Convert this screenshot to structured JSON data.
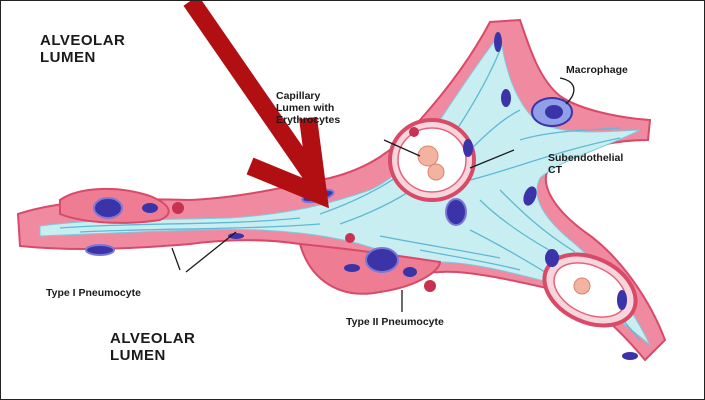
{
  "labels": {
    "alveolar_lumen_top": "ALVEOLAR\nLUMEN",
    "alveolar_lumen_bottom": "ALVEOLAR\nLUMEN",
    "capillary_lumen": "Capillary\nLumen with\nErythrocytes",
    "macrophage": "Macrophage",
    "subendothelial_ct": "Subendothelial\nCT",
    "type1_pneumocyte": "Type I Pneumocyte",
    "type2_pneumocyte": "Type II Pneumocyte"
  },
  "colors": {
    "septum_pink": "#e8607a",
    "septum_light": "#f6a7b6",
    "connective_blue": "#bfe9ef",
    "fiber_blue": "#5fb9d4",
    "nucleus": "#3b33a8",
    "nucleus_light": "#7b78d6",
    "erythrocyte": "#f2b3a0",
    "arrow_red": "#b20f12"
  }
}
